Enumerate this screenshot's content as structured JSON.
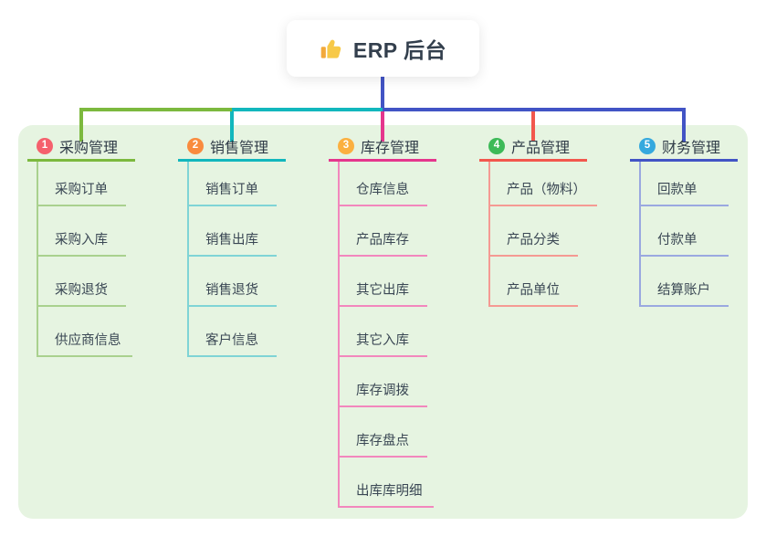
{
  "root": {
    "title": "ERP 后台",
    "icon": "thumbs-up-icon"
  },
  "colors": {
    "stem": "#4254C5",
    "panel_bg": "#E6F4E1",
    "title_text": "#2F3B47",
    "item_text": "#3A4754"
  },
  "branches": [
    {
      "num": "1",
      "title": "采购管理",
      "badge_color": "#F5606D",
      "line_color": "#7CB93E",
      "sub_line_color": "#A9D18E",
      "items": [
        "采购订单",
        "采购入库",
        "采购退货",
        "供应商信息"
      ]
    },
    {
      "num": "2",
      "title": "销售管理",
      "badge_color": "#F98B3E",
      "line_color": "#12B7BD",
      "sub_line_color": "#7FD4D6",
      "items": [
        "销售订单",
        "销售出库",
        "销售退货",
        "客户信息"
      ]
    },
    {
      "num": "3",
      "title": "库存管理",
      "badge_color": "#FBB040",
      "line_color": "#E5368D",
      "sub_line_color": "#F287BD",
      "items": [
        "仓库信息",
        "产品库存",
        "其它出库",
        "其它入库",
        "库存调拨",
        "库存盘点",
        "出库库明细"
      ]
    },
    {
      "num": "4",
      "title": "产品管理",
      "badge_color": "#3DBA58",
      "line_color": "#F2574D",
      "sub_line_color": "#F59A93",
      "items": [
        "产品（物料）",
        "产品分类",
        "产品单位"
      ]
    },
    {
      "num": "5",
      "title": "财务管理",
      "badge_color": "#35A9DE",
      "line_color": "#4254C5",
      "sub_line_color": "#9AA8E0",
      "items": [
        "回款单",
        "付款单",
        "结算账户"
      ]
    }
  ]
}
